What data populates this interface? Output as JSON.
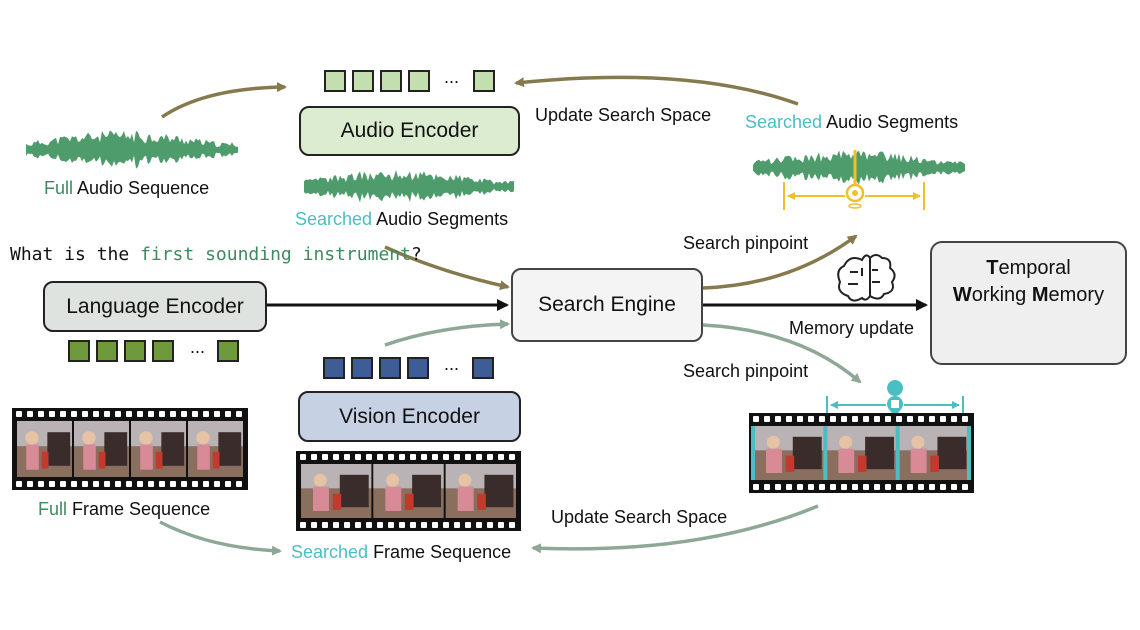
{
  "colors": {
    "audio_arrow": "#857a4e",
    "vision_arrow": "#8ea897",
    "audio_box": "#dbecd0",
    "vision_box": "#c6d1e3",
    "language_box": "#dfe3df",
    "language_token": "#6e9a3d",
    "audio_token": "#c3dfb0",
    "vision_token": "#3e5c96",
    "highlight_green": "#3f8a5f",
    "highlight_cyan": "#4bbec4",
    "pinpoint_yellow": "#f0bf2c"
  },
  "audio": {
    "full_prefix": "Full",
    "full_rest": " Audio Sequence",
    "encoder": "Audio Encoder",
    "searched_prefix": "Searched",
    "searched_rest": " Audio Segments",
    "update": "Update Search Space",
    "right_prefix": "Searched",
    "right_rest": " Audio Segments",
    "ellipsis": "..."
  },
  "question": {
    "prefix": "What is the ",
    "highlight": "first sounding instrument",
    "suffix": "?"
  },
  "language": {
    "encoder": "Language Encoder",
    "ellipsis": "..."
  },
  "engine": {
    "label": "Search Engine",
    "pinpoint_top": "Search pinpoint",
    "pinpoint_bottom": "Search pinpoint",
    "memory_update": "Memory update"
  },
  "memory": {
    "line1": [
      "T",
      "emporal"
    ],
    "line2": [
      "W",
      "orking ",
      "M",
      "emory"
    ],
    "speaker_icon": "speaker-icon",
    "clapper_icon": "clapperboard-icon"
  },
  "vision": {
    "encoder": "Vision Encoder",
    "full_prefix": "Full",
    "full_rest": " Frame Sequence",
    "searched_prefix": "Searched",
    "searched_rest": " Frame Sequence",
    "update": "Update Search Space",
    "ellipsis": "..."
  }
}
